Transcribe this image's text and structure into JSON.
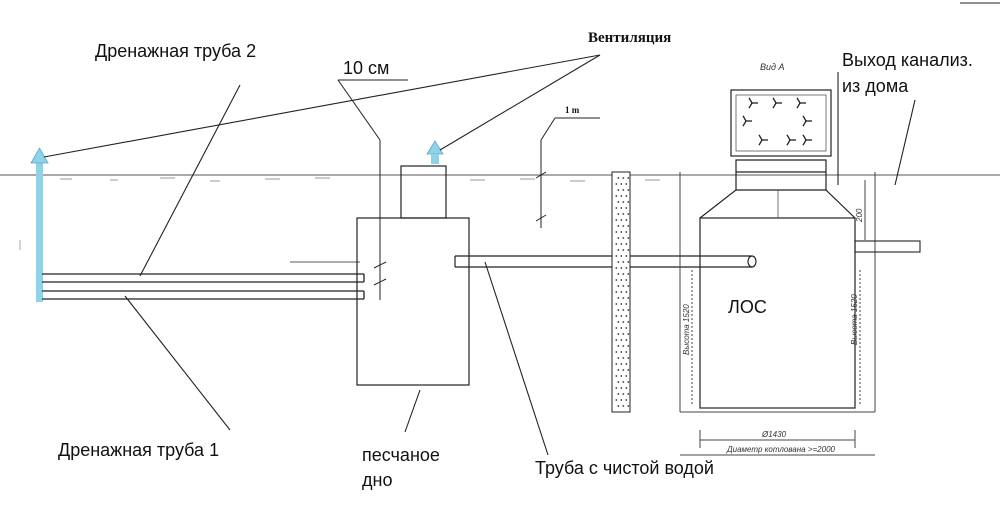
{
  "labels": {
    "drain_pipe_2": "Дренажная труба 2",
    "drain_pipe_1": "Дренажная труба 1",
    "ten_cm": "10 см",
    "ventilation": "Вентиляция",
    "one_m": "1 m",
    "view_a": "Вид А",
    "sewer_exit_line1": "Выход канализ.",
    "sewer_exit_line2": "из дома",
    "los": "ЛОС",
    "sand_bottom_line1": "песчаное",
    "sand_bottom_line2": "дно",
    "clean_water_pipe": "Труба с чистой водой"
  },
  "dimensions": {
    "diameter": "Ø1430",
    "pit_diameter": "Диаметр котлована >=2000",
    "height_left": "Высота 1520",
    "height_right": "Высота 1520",
    "depth_200": "200"
  },
  "colors": {
    "line": "#222222",
    "vent_arrow": "#8fd3e8",
    "vent_pipe": "#8fd3e8"
  }
}
